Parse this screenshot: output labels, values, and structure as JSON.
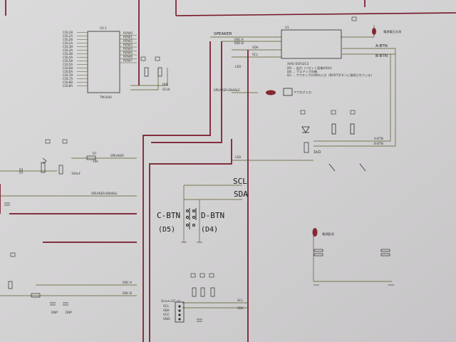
{
  "schematic": {
    "tm1640": {
      "ref": "U5-1",
      "name": "TM1640",
      "left_nets": [
        "COL1B",
        "COL1A",
        "COL2B",
        "COL2A",
        "COL3B",
        "COL3A",
        "COL4B",
        "COL4A",
        "COL5B",
        "COL5A",
        "COL6B",
        "COL6A",
        "COL7B",
        "COL7A",
        "COL8B",
        "COL8A"
      ],
      "right_nets": [
        "ROW0",
        "ROW1",
        "ROW2",
        "ROW3",
        "ROW4",
        "ROW5",
        "ROW6",
        "ROW7"
      ],
      "pin_din": "DIN",
      "pin_sclk": "SCLK"
    },
    "xiao": {
      "ref": "U1",
      "name": "XIAO ESP32C3",
      "notes": [
        "D9 … 出力（リセット直後HIGH）",
        "D8 … プルアップの確",
        "D2 … アクティブLOWの入力（BOOTボタンに接続されている）"
      ]
    },
    "nets": {
      "speaker": "SPEAKER",
      "enc_a": "ENC-A",
      "enc_b": "ENC-B",
      "sda": "SDA",
      "scl": "SCL",
      "led": "LED",
      "speaker_enable": "SPEAKER-ENABLE",
      "a_btn": "A-BTN",
      "b_btn": "B-BTN"
    },
    "labels": {
      "analog_input": "アナログ入力",
      "battery_meter": "電源電圧計測",
      "power_monitor": "電源監視",
      "led_resistor": "1kΩ",
      "grove": "Grove-I2C ch",
      "grove_pins": [
        "SCL",
        "SDA",
        "VCC",
        "GND"
      ],
      "r7": "R7",
      "r7_val": "10k",
      "dnp": "DNP",
      "cap_100u": "100uF"
    },
    "handwritten": {
      "scl": "SCL",
      "sda": "SDA",
      "c_btn": "C-BTN",
      "d_btn": "D-BTN",
      "d5": "(D5)",
      "d4": "(D4)"
    }
  }
}
